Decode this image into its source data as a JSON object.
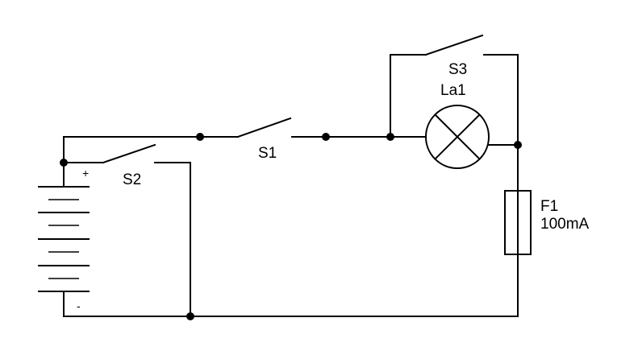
{
  "diagram": {
    "labels": {
      "s1": "S1",
      "s2": "S2",
      "s3": "S3",
      "lamp": "La1",
      "fuse_name": "F1",
      "fuse_rating": "100mA",
      "battery_plus": "+",
      "battery_minus": "-"
    },
    "colors": {
      "line": "#000000",
      "background": "#ffffff"
    }
  }
}
